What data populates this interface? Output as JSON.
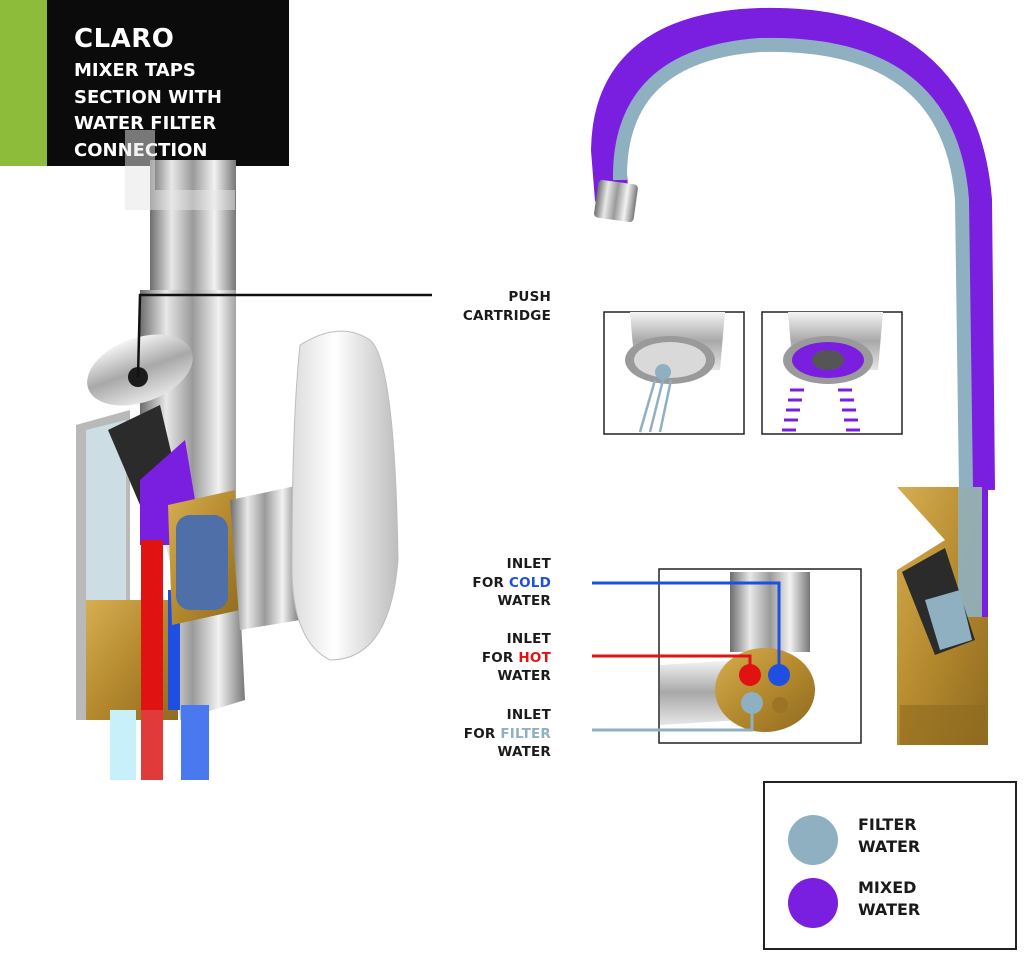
{
  "title": {
    "main": "CLARO",
    "sub": "MIXER TAPS SECTION WITH WATER FILTER CONNECTION"
  },
  "callouts": {
    "push_cartridge": [
      "PUSH",
      "CARTRIDGE"
    ],
    "cold_inlet": {
      "line1": "INLET",
      "prefix": "FOR ",
      "highlight": "COLD",
      "line3": "WATER"
    },
    "hot_inlet": {
      "line1": "INLET",
      "prefix": "FOR ",
      "highlight": "HOT",
      "line3": "WATER"
    },
    "filter_inlet": {
      "line1": "INLET",
      "prefix": "FOR ",
      "highlight": "FILTER",
      "line3": "WATER"
    }
  },
  "legend": {
    "filter": [
      "FILTER",
      "WATER"
    ],
    "mixed": [
      "MIXED",
      "WATER"
    ]
  },
  "colors": {
    "filter_water": "#8fb0c0",
    "mixed_water": "#7a1ee0",
    "cold": "#1f4fe0",
    "hot": "#e01212",
    "brass": "#c49a3c",
    "title_bg": "#0b0b0b",
    "accent_green": "#8dbb3a"
  }
}
